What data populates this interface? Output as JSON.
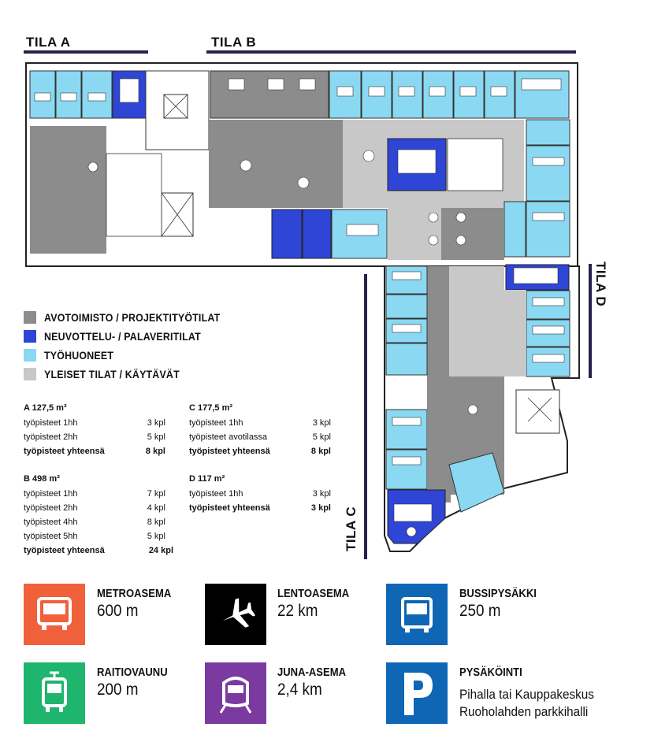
{
  "zones": {
    "a": "TILA A",
    "b": "TILA B",
    "c": "TILA C",
    "d": "TILA D"
  },
  "colors": {
    "open_office": "#8c8c8c",
    "meeting": "#2f45d6",
    "work_room": "#8ad8f2",
    "common": "#c8c8c8",
    "bar": "#2a1f4f"
  },
  "legend": [
    {
      "label": "AVOTOIMISTO / PROJEKTITYÖTILAT",
      "color": "#8c8c8c"
    },
    {
      "label": "NEUVOTTELU- / PALAVERITILAT",
      "color": "#2f45d6"
    },
    {
      "label": "TYÖHUONEET",
      "color": "#8ad8f2"
    },
    {
      "label": "YLEISET TILAT / KÄYTÄVÄT",
      "color": "#c8c8c8"
    }
  ],
  "areas": {
    "a": {
      "heading": "A 127,5 m²",
      "rows": [
        {
          "label": "työpisteet 1hh",
          "value": "3 kpl"
        },
        {
          "label": "työpisteet 2hh",
          "value": "5 kpl"
        }
      ],
      "total": {
        "label": "työpisteet yhteensä",
        "value": "8 kpl"
      }
    },
    "b": {
      "heading": "B 498 m²",
      "rows": [
        {
          "label": "työpisteet 1hh",
          "value": "7 kpl"
        },
        {
          "label": "työpisteet 2hh",
          "value": "4 kpl"
        },
        {
          "label": "työpisteet 4hh",
          "value": "8 kpl"
        },
        {
          "label": "työpisteet 5hh",
          "value": "5 kpl"
        }
      ],
      "total": {
        "label": "työpisteet yhteensä",
        "value": "24 kpl"
      }
    },
    "c": {
      "heading": "C 177,5 m²",
      "rows": [
        {
          "label": "työpisteet 1hh",
          "value": "3 kpl"
        },
        {
          "label": "työpisteet avotilassa",
          "value": "5 kpl"
        }
      ],
      "total": {
        "label": "työpisteet yhteensä",
        "value": "8 kpl"
      }
    },
    "d": {
      "heading": "D 117 m²",
      "rows": [
        {
          "label": "työpisteet 1hh",
          "value": "3 kpl"
        }
      ],
      "total": {
        "label": "työpisteet yhteensä",
        "value": "3 kpl"
      }
    }
  },
  "transport": [
    {
      "key": "metro",
      "title": "METROASEMA",
      "value": "600 m",
      "color": "#f0603a",
      "icon": "metro-icon"
    },
    {
      "key": "airport",
      "title": "LENTOASEMA",
      "value": "22 km",
      "color": "#000000",
      "icon": "airplane-icon"
    },
    {
      "key": "bus",
      "title": "BUSSIPYSÄKKI",
      "value": "250 m",
      "color": "#0f66b5",
      "icon": "bus-icon"
    },
    {
      "key": "tram",
      "title": "RAITIOVAUNU",
      "value": "200 m",
      "color": "#1fb56e",
      "icon": "tram-icon"
    },
    {
      "key": "train",
      "title": "JUNA-ASEMA",
      "value": "2,4 km",
      "color": "#7a3aa0",
      "icon": "train-icon"
    },
    {
      "key": "parking",
      "title": "PYSÄKÖINTI",
      "line1": "Pihalla tai Kauppakeskus",
      "line2": "Ruoholahden parkkihalli",
      "color": "#0f66b5",
      "icon": "parking-icon"
    }
  ]
}
